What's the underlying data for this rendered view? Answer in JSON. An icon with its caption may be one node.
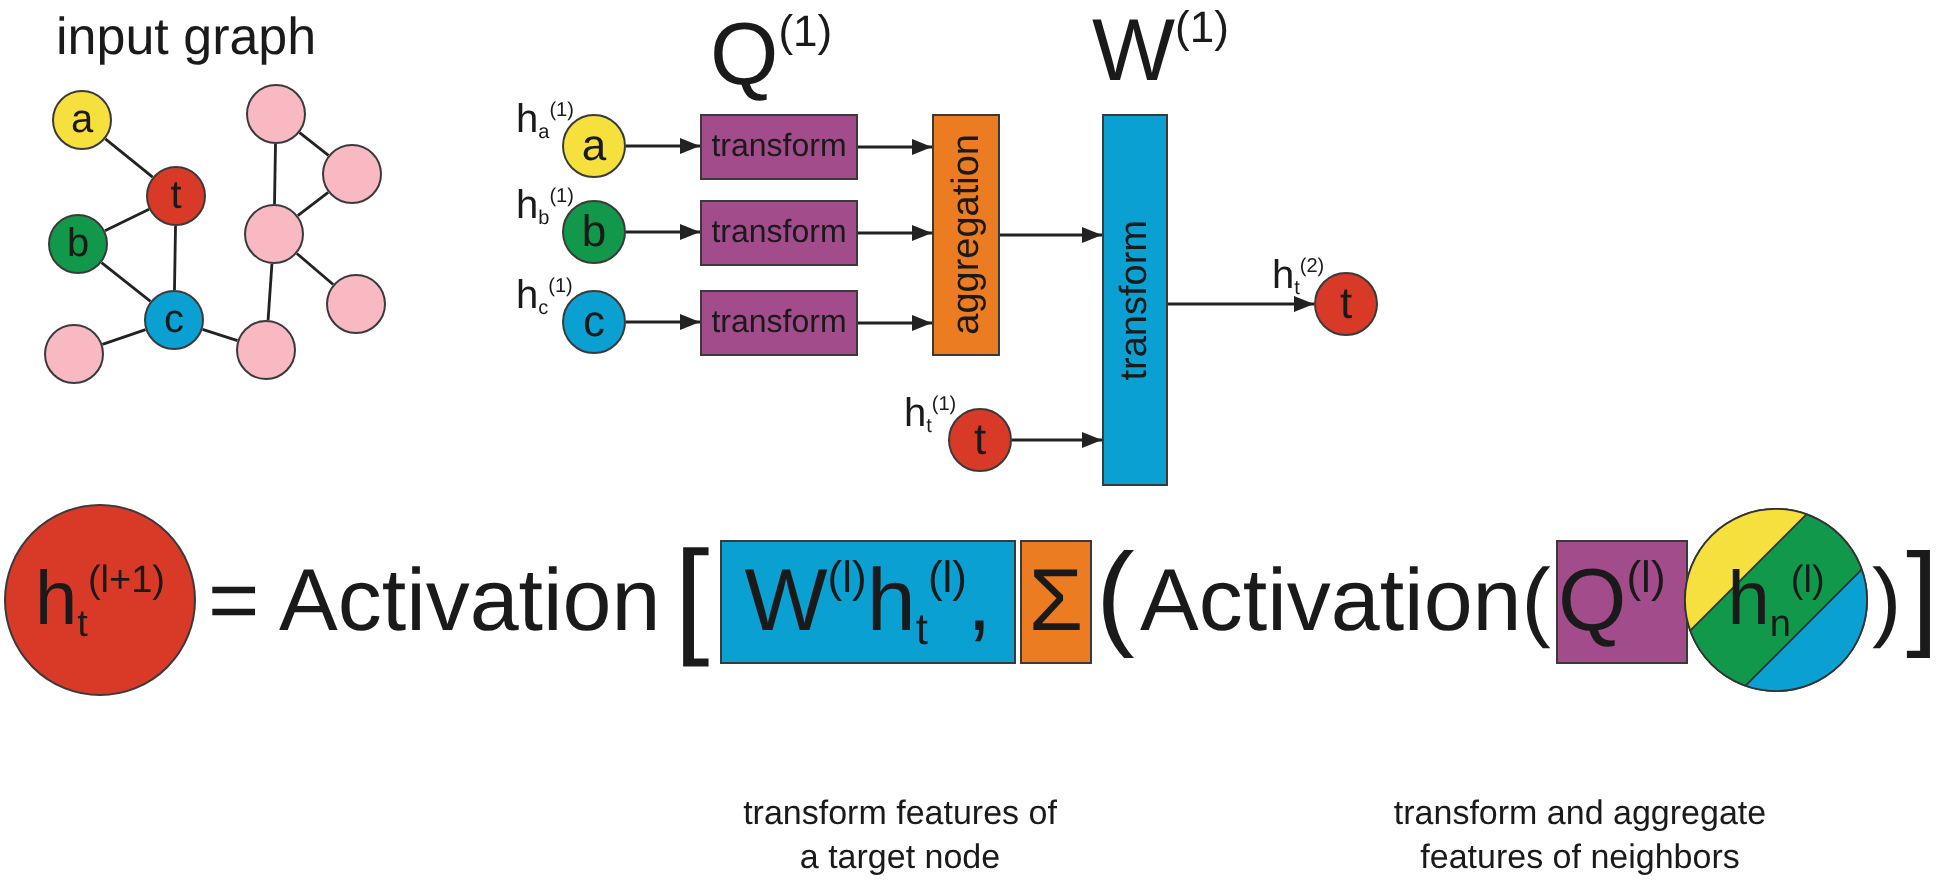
{
  "diagram": {
    "nodes": [
      {
        "text": [
          "a"
        ]
      },
      {
        "text": [
          "t"
        ]
      },
      {
        "text": [
          "b"
        ]
      },
      {
        "text": [
          "c"
        ]
      },
      {
        "text": [],
        "shape": "circle"
      },
      {
        "text": [],
        "shape": "circle"
      },
      {
        "text": [],
        "shape": "circle"
      },
      {
        "text": [],
        "shape": "circle"
      },
      {
        "text": [],
        "shape": "circle"
      },
      {
        "text": [],
        "shape": "circle"
      },
      {
        "text": [
          "a"
        ],
        "beside": [
          "h$_{a}$$^{(1)}$"
        ]
      },
      {
        "text": [
          "b"
        ],
        "beside": [
          "h$_{b}$$^{(1)}$"
        ]
      },
      {
        "text": [
          "c"
        ],
        "beside": [
          "h$_{c}$$^{(1)}$"
        ]
      },
      {
        "text": [
          "transform"
        ]
      },
      {
        "text": [
          "transform"
        ]
      },
      {
        "text": [
          "transform"
        ]
      },
      {
        "text": [
          "aggregation"
        ]
      },
      {
        "text": [
          "transform"
        ],
        "beside": [
          "W$^{(1)}$"
        ]
      },
      {
        "text": [
          "t"
        ],
        "beside": [
          "h$_{t}$$^{(1)}$"
        ]
      },
      {
        "text": [
          "t"
        ],
        "beside": [
          "h$_{t}$$^{(2)}$"
        ]
      },
      {
        "text": [
          "h$_{t}$$^{(l+1)}$"
        ]
      },
      {
        "text": [
          "W$^{(l)}$h$_{t}$$^{(l)}$,"
        ]
      },
      {
        "text": [
          "Σ"
        ]
      },
      {
        "text": [
          "Q$^{(l)}$"
        ]
      },
      {
        "text": [
          "h$_{n}$$^{(l)}$"
        ]
      }
    ],
    "edges": [
      {
        "from": 0,
        "to": 1,
        "arrow": "none"
      },
      {
        "from": 2,
        "to": 1,
        "arrow": "none"
      },
      {
        "from": 2,
        "to": 3,
        "arrow": "none"
      },
      {
        "from": 1,
        "to": 3,
        "arrow": "none"
      },
      {
        "from": 3,
        "to": 4,
        "arrow": "none"
      },
      {
        "from": 3,
        "to": 5,
        "arrow": "none"
      },
      {
        "from": 5,
        "to": 6,
        "arrow": "none"
      },
      {
        "from": 6,
        "to": 7,
        "arrow": "none"
      },
      {
        "from": 7,
        "to": 8,
        "arrow": "none"
      },
      {
        "from": 8,
        "to": 6,
        "arrow": "none"
      },
      {
        "from": 6,
        "to": 9,
        "arrow": "none"
      },
      {
        "from": 10,
        "to": 13,
        "arrow": "to"
      },
      {
        "from": 11,
        "to": 14,
        "arrow": "to"
      },
      {
        "from": 12,
        "to": 15,
        "arrow": "to"
      },
      {
        "from": 13,
        "to": 16,
        "arrow": "to"
      },
      {
        "from": 14,
        "to": 16,
        "arrow": "to"
      },
      {
        "from": 15,
        "to": 16,
        "arrow": "to"
      },
      {
        "from": 16,
        "to": 17,
        "arrow": "to"
      },
      {
        "from": 18,
        "to": 17,
        "arrow": "to"
      },
      {
        "from": 17,
        "to": 19,
        "arrow": "to"
      }
    ],
    "labels": [
      "input graph",
      "Q$^{(1)}$",
      "= Activation",
      "[",
      "(",
      "Activation(",
      ")",
      "]",
      "transform features of a target node",
      "transform and aggregate features of neighbors"
    ]
  }
}
